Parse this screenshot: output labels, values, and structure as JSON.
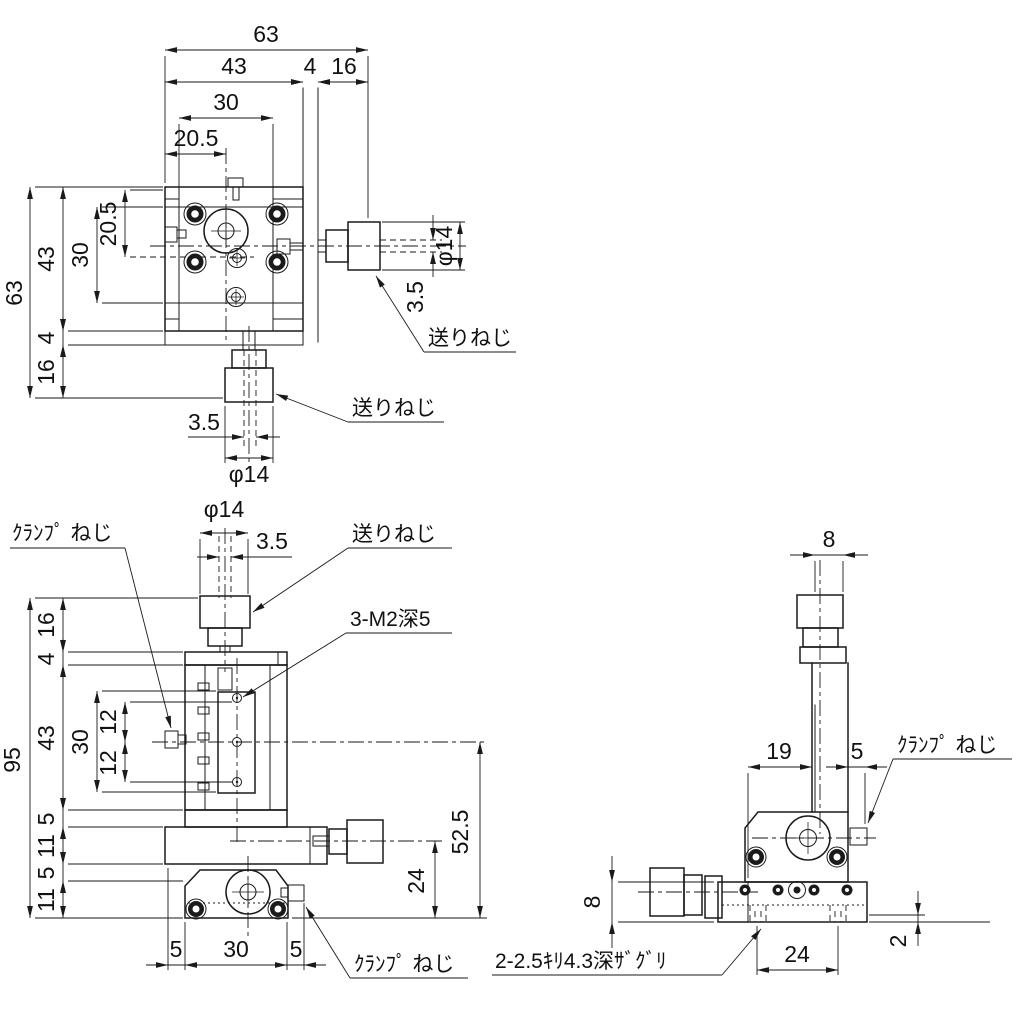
{
  "dims": {
    "d63": "63",
    "d43": "43",
    "d4": "4",
    "d16": "16",
    "d30": "30",
    "d20_5": "20.5",
    "phi14": "φ14",
    "d3_5": "3.5",
    "d95": "95",
    "d5": "5",
    "d11": "11",
    "d12": "12",
    "d52_5": "52.5",
    "d24": "24",
    "d19": "19",
    "d8": "8",
    "d2": "2"
  },
  "labels": {
    "feed_screw": "送りねじ",
    "clamp_screw": "ｸﾗﾝﾌﾟ ねじ",
    "tap_note": "3-M2深5",
    "counterbore_note": "2-2.5ｷﾘ4.3深ｻﾞｸﾞﾘ"
  },
  "colors": {
    "line": "#1a1a1a",
    "background": "#ffffff",
    "screw_fill": "#1b1b1b"
  }
}
